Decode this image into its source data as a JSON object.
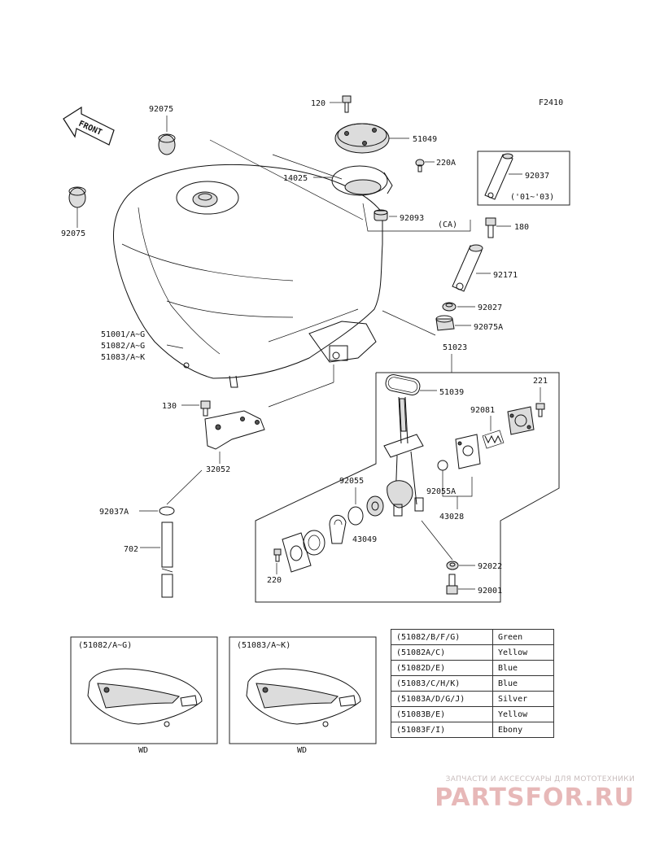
{
  "figure_code": "F2410",
  "front_label": "FRONT",
  "parts": {
    "p92075_top": "92075",
    "p92075_left": "92075",
    "p120": "120",
    "p51049": "51049",
    "p220A": "220A",
    "p14025": "14025",
    "p92093": "92093",
    "p92093_note": "(CA)",
    "p92037": "92037",
    "p92037_note": "('01~'03)",
    "p180": "180",
    "p92171": "92171",
    "p92027": "92027",
    "p92075A": "92075A",
    "p51023": "51023",
    "p221": "221",
    "p51039": "51039",
    "p92081": "92081",
    "p130": "130",
    "p32052": "32052",
    "p92055": "92055",
    "p92055A": "92055A",
    "p43028": "43028",
    "p92037A": "92037A",
    "p43049": "43049",
    "p702": "702",
    "p220": "220",
    "p92022": "92022",
    "p92001": "92001",
    "tank_labels": [
      "51001/A~G",
      "51082/A~G",
      "51083/A~K"
    ]
  },
  "insets": [
    {
      "title": "(51082/A~G)",
      "caption": "WD"
    },
    {
      "title": "(51083/A~K)",
      "caption": "WD"
    }
  ],
  "color_table": [
    {
      "code": "(51082/B/F/G)",
      "color": "Green"
    },
    {
      "code": "(51082A/C)",
      "color": "Yellow"
    },
    {
      "code": "(51082D/E)",
      "color": "Blue"
    },
    {
      "code": "(51083/C/H/K)",
      "color": "Blue"
    },
    {
      "code": "(51083A/D/G/J)",
      "color": "Silver"
    },
    {
      "code": "(51083B/E)",
      "color": "Yellow"
    },
    {
      "code": "(51083F/I)",
      "color": "Ebony"
    }
  ],
  "watermark": {
    "caption": "ЗАПЧАСТИ И АКСЕССУАРЫ ДЛЯ МОТОТЕХНИКИ",
    "logo": "PARTSFOR.RU"
  }
}
